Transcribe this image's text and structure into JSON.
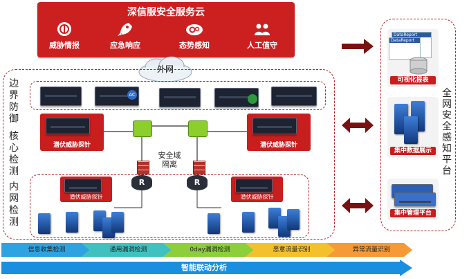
{
  "banner": {
    "title": "深信服安全服务云",
    "services": [
      "威胁情报",
      "应急响应",
      "态势感知",
      "人工值守"
    ]
  },
  "cloud_label": "外网",
  "zones": {
    "border": "边界防御",
    "core": "核心检测",
    "intranet": "内网检测"
  },
  "probe_label": "潜伏威胁探针",
  "isolation_label": "安全域隔离",
  "platform_title": "全网安全感知平台",
  "platform_items": [
    "可视化报表",
    "集中数据展示",
    "集中管理平台"
  ],
  "report_labels": [
    "DataReport",
    "DataReport"
  ],
  "stages": [
    "信息收集检测",
    "通用漏洞检测",
    "0day漏洞检测",
    "恶意流量识别",
    "异常流量识别"
  ],
  "bottom_bar": "智能联动分析",
  "colors": {
    "primary_red": "#cc2020",
    "dark_red_arrow": "#7a1010",
    "stage_colors": [
      "#2ea3e0",
      "#3fc1c0",
      "#8dcf3a",
      "#f3c12c",
      "#f59a35"
    ],
    "analysis_bar": "#1a8fe0"
  },
  "icons": [
    "shield-icon",
    "rocket-icon",
    "gears-icon",
    "users-icon",
    "cloud-icon",
    "router-icon",
    "switch-icon",
    "firewall-icon",
    "server-icon",
    "database-icon",
    "double-arrow-icon"
  ]
}
